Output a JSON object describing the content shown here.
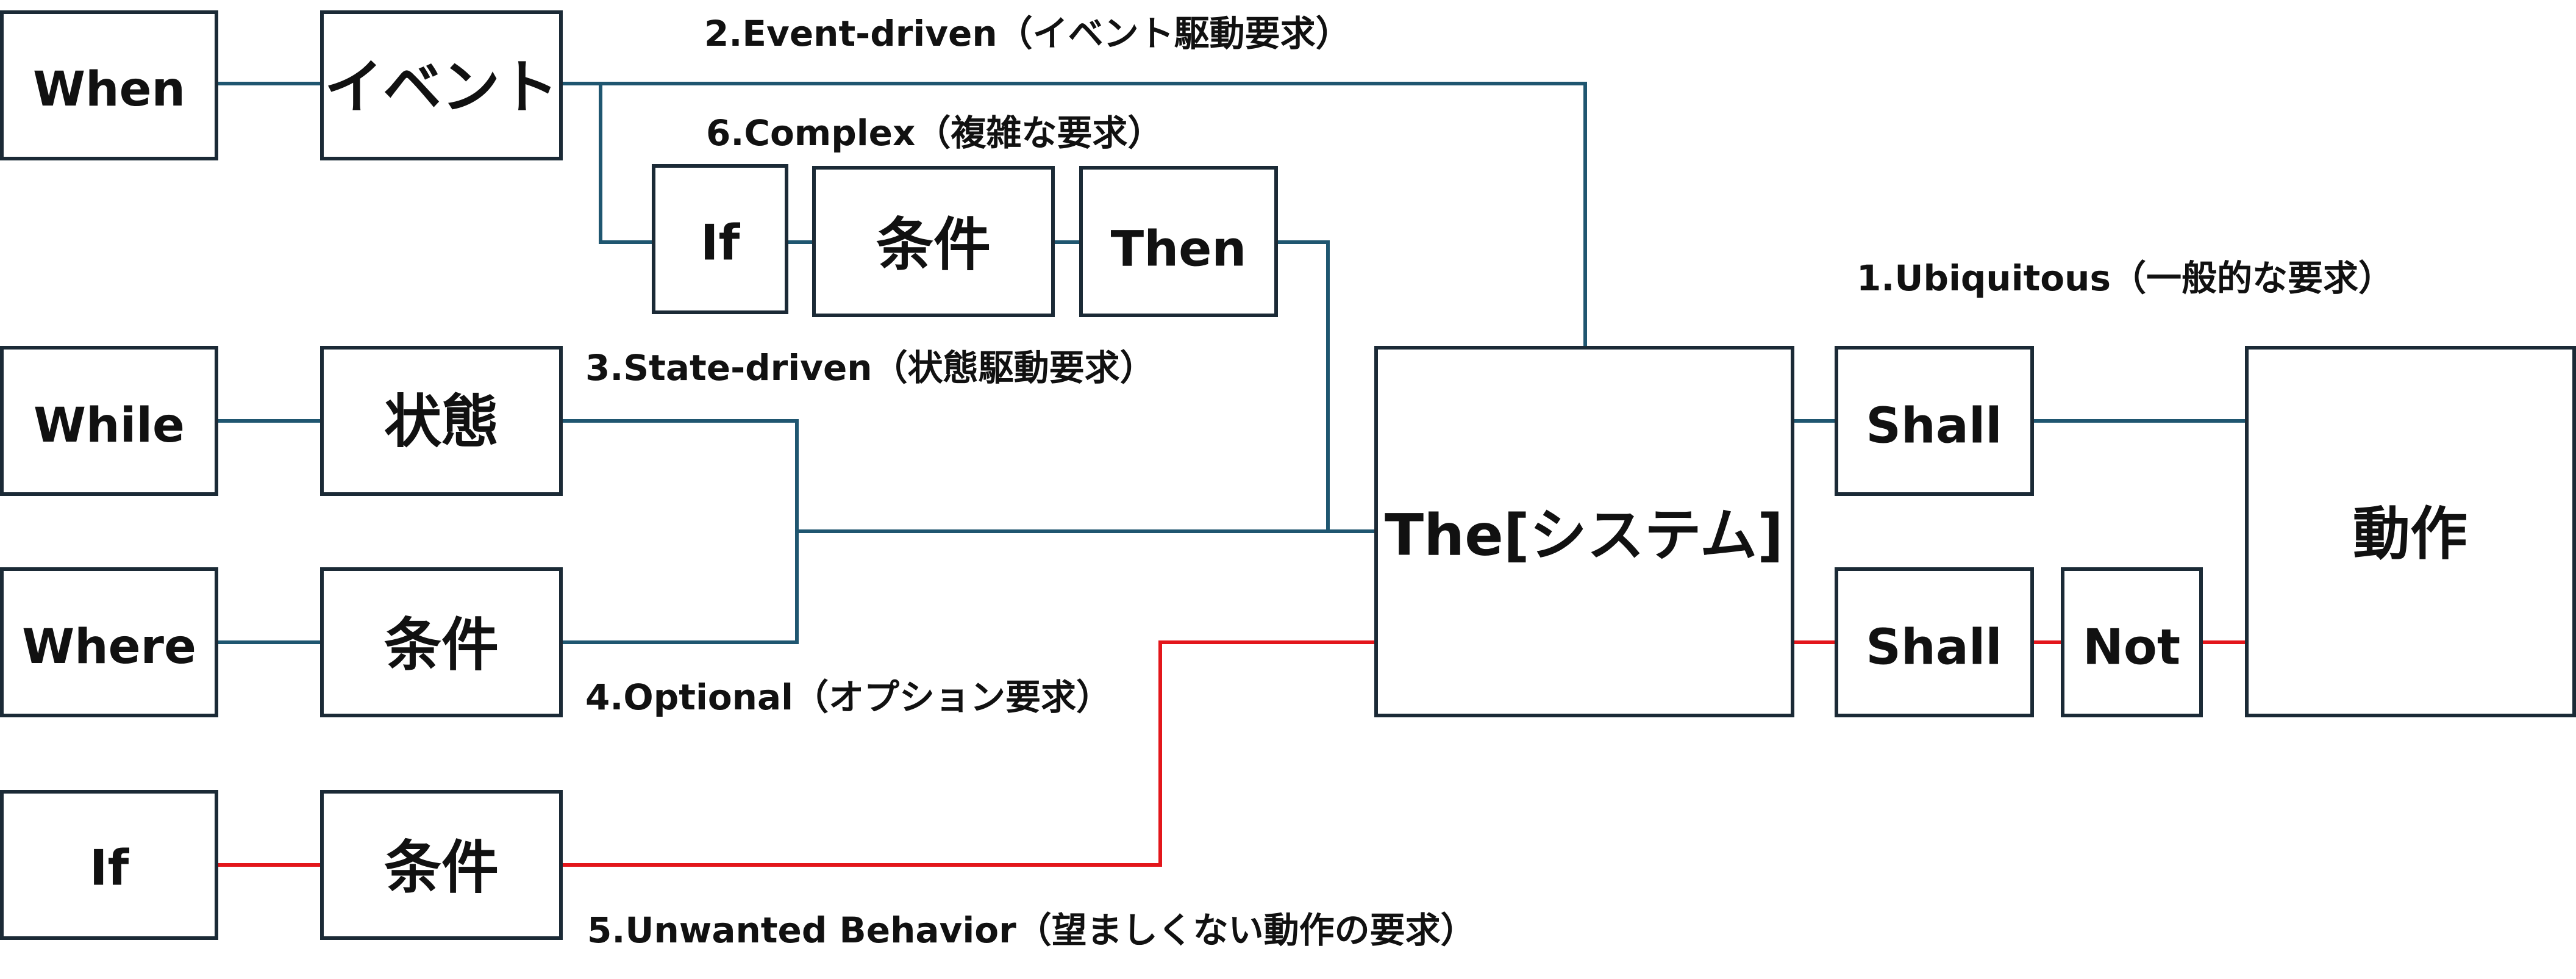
{
  "colors": {
    "normal_line": "#1f5670",
    "unwanted_line": "#e3161b",
    "box_border": "#1b2a36",
    "text": "#111111"
  },
  "labels": {
    "event_driven": "2.Event-driven（イベント駆動要求）",
    "complex": "6.Complex（複雑な要求）",
    "ubiquitous": "1.Ubiquitous（一般的な要求）",
    "state_driven": "3.State-driven（状態駆動要求）",
    "optional": "4.Optional（オプション要求）",
    "unwanted": "5.Unwanted Behavior（望ましくない動作の要求）"
  },
  "boxes": {
    "when": "When",
    "event": "イベント",
    "if_complex": "If",
    "condition_complex": "条件",
    "then": "Then",
    "while": "While",
    "state": "状態",
    "where": "Where",
    "condition_optional": "条件",
    "if_unwanted": "If",
    "condition_unwanted": "条件",
    "system": "The[システム]",
    "shall": "Shall",
    "shall_not": "Shall",
    "not": "Not",
    "action": "動作"
  }
}
